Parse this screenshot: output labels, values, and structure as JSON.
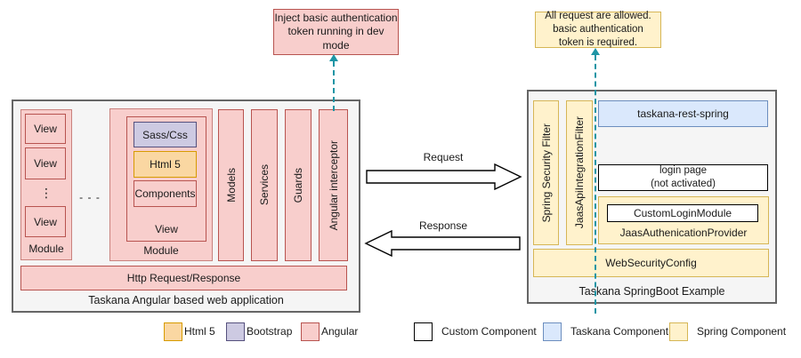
{
  "callouts": {
    "left": {
      "text": "Inject basic authentication\ntoken running in dev\nmode"
    },
    "right": {
      "text": "All request are allowed.\nbasic authentication\ntoken is required."
    }
  },
  "angular_app": {
    "title": "Taskana Angular based web application",
    "module1": {
      "label": "Module",
      "views": [
        "View",
        "View",
        "View"
      ],
      "vertical_dots": "⋮"
    },
    "between_modules_dots": "- - -",
    "module2": {
      "label": "Module",
      "view": {
        "label": "View",
        "sass": "Sass/Css",
        "html5": "Html 5",
        "components": "Components"
      }
    },
    "bars": [
      "Models",
      "Services",
      "Guards",
      "Angular interceptor"
    ],
    "http_bar": "Http Request/Response"
  },
  "arrows": {
    "request": "Request",
    "response": "Response"
  },
  "springboot": {
    "title": "Taskana SpringBoot Example",
    "filters": [
      "Spring Security Filter",
      "JaasApiIntegrationFilter"
    ],
    "rest": "taskana-rest-spring",
    "login_page": "login page\n(not activated)",
    "custom_login": "CustomLoginModule",
    "provider_label": "JaasAuthenicationProvider",
    "web_security": "WebSecurityConfig"
  },
  "legend": [
    {
      "label": "Html 5",
      "fill": "#fad7a2",
      "border": "#d79b00"
    },
    {
      "label": "Bootstrap",
      "fill": "#cdcae2",
      "border": "#56517e"
    },
    {
      "label": "Angular",
      "fill": "#f8cecc",
      "border": "#b85450"
    },
    {
      "label": "Custom Component",
      "fill": "#ffffff",
      "border": "#000000"
    },
    {
      "label": "Taskana Component",
      "fill": "#dae8fc",
      "border": "#6c8ebf"
    },
    {
      "label": "Spring Component",
      "fill": "#fff2cc",
      "border": "#d6b656"
    }
  ],
  "colors": {
    "connector": "#1e95a5",
    "container_fill": "#f5f5f5",
    "container_border": "#666666"
  }
}
